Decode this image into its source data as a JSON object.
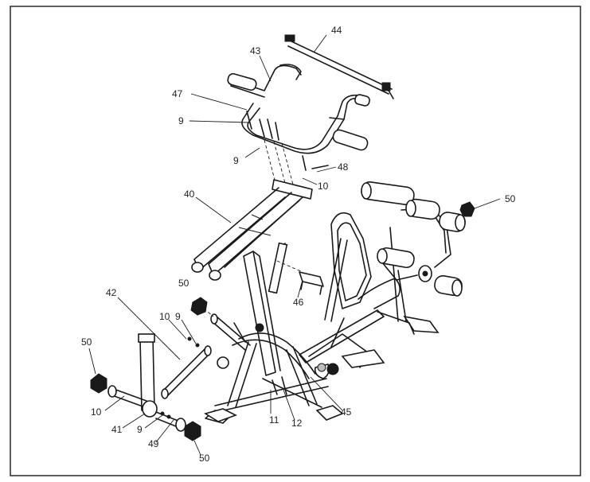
{
  "diagram": {
    "callouts": [
      {
        "id": "c44",
        "text": "44"
      },
      {
        "id": "c43",
        "text": "43"
      },
      {
        "id": "c47",
        "text": "47"
      },
      {
        "id": "c9a",
        "text": "9"
      },
      {
        "id": "c9b",
        "text": "9"
      },
      {
        "id": "c48",
        "text": "48"
      },
      {
        "id": "c10a",
        "text": "10"
      },
      {
        "id": "c40",
        "text": "40"
      },
      {
        "id": "c50a",
        "text": "50"
      },
      {
        "id": "c50b",
        "text": "50"
      },
      {
        "id": "c46",
        "text": "46"
      },
      {
        "id": "c42",
        "text": "42"
      },
      {
        "id": "c10b",
        "text": "10"
      },
      {
        "id": "c9c",
        "text": "9"
      },
      {
        "id": "c50c",
        "text": "50"
      },
      {
        "id": "c10c",
        "text": "10"
      },
      {
        "id": "c41",
        "text": "41"
      },
      {
        "id": "c9d",
        "text": "9"
      },
      {
        "id": "c49",
        "text": "49"
      },
      {
        "id": "c50d",
        "text": "50"
      },
      {
        "id": "c11",
        "text": "11"
      },
      {
        "id": "c12",
        "text": "12"
      },
      {
        "id": "c45",
        "text": "45"
      }
    ]
  }
}
